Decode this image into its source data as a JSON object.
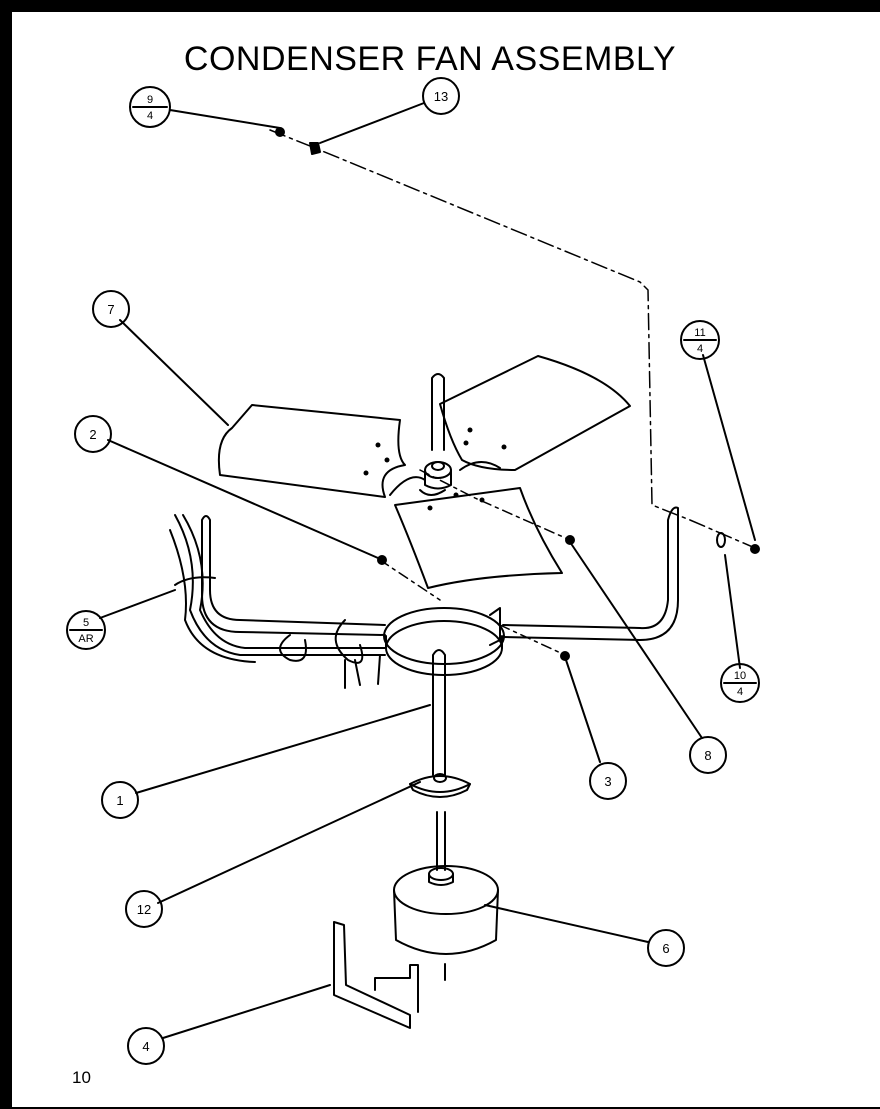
{
  "diagram": {
    "title": "CONDENSER FAN ASSEMBLY",
    "page_number": "10",
    "callouts": {
      "c1": "1",
      "c2": "2",
      "c3": "3",
      "c4": "4",
      "c6": "6",
      "c7": "7",
      "c8": "8",
      "c12": "12",
      "c13": "13",
      "c9_top": "9",
      "c9_bottom": "4",
      "c11_top": "11",
      "c11_bottom": "4",
      "c10_top": "10",
      "c10_bottom": "4",
      "c5_top": "5",
      "c5_bottom": "AR"
    }
  }
}
